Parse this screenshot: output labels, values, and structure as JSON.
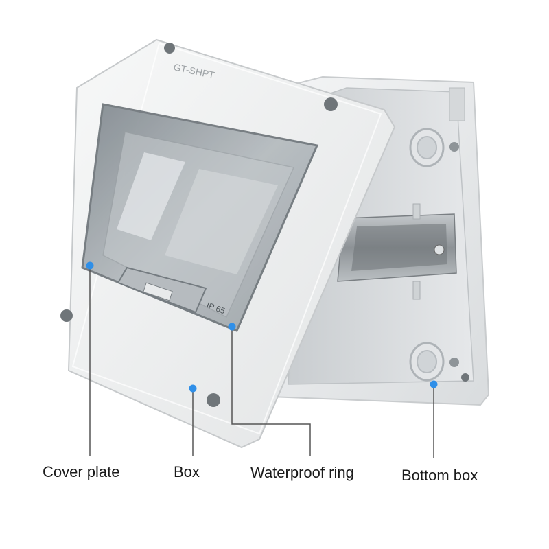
{
  "photo": {
    "cover_print": "IP 65",
    "brand_print": "GT-SHPT"
  },
  "callouts": {
    "cover_plate": "Cover plate",
    "box": "Box",
    "waterproof_ring": "Waterproof ring",
    "bottom_box": "Bottom box"
  },
  "colors": {
    "marker": "#2f8fe8",
    "leader_line": "#555555",
    "enclosure_white": "#eef0f1",
    "window_smoke": "#9ea4a8"
  }
}
